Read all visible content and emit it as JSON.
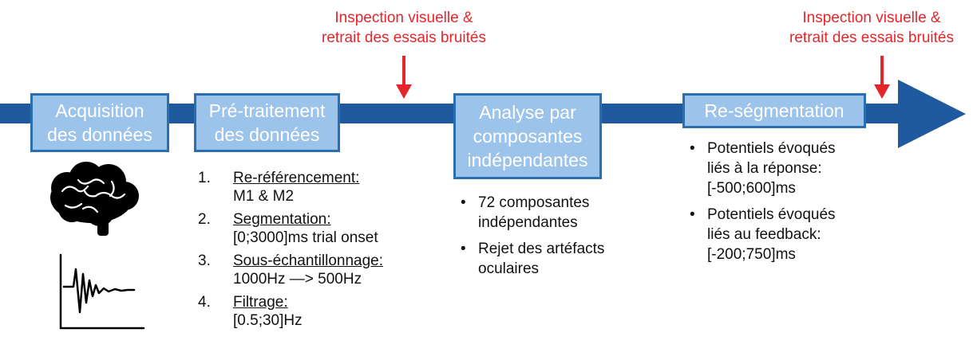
{
  "colors": {
    "arrow": "#1f5a9e",
    "box_fill": "#9cc3ea",
    "box_border": "#2b6fb3",
    "note_text": "#e4262b",
    "note_arrow": "#e4262b",
    "icon": "#000000"
  },
  "stages": [
    {
      "id": "acquisition",
      "lines": [
        "Acquisition",
        "des données"
      ]
    },
    {
      "id": "pretraitement",
      "lines": [
        "Pré-traitement",
        "des données"
      ]
    },
    {
      "id": "analyse",
      "lines": [
        "Analyse par",
        "composantes",
        "indépendantes"
      ]
    },
    {
      "id": "resegmentation",
      "lines": [
        "Re-ségmentation"
      ]
    }
  ],
  "inspection_notes": [
    {
      "lines": [
        "Inspection visuelle &",
        "retrait des essais bruités"
      ]
    },
    {
      "lines": [
        "Inspection visuelle &",
        "retrait des essais bruités"
      ]
    }
  ],
  "pretraitement_steps": [
    {
      "num": "1.",
      "title": "Re-référencement:",
      "detail": "M1 & M2"
    },
    {
      "num": "2.",
      "title": "Segmentation:",
      "detail": "[0;3000]ms trial onset"
    },
    {
      "num": "3.",
      "title": "Sous-échantillonnage:",
      "detail": "1000Hz  —> 500Hz"
    },
    {
      "num": "4.",
      "title": "Filtrage:",
      "detail": "[0.5;30]Hz"
    }
  ],
  "analyse_bullets": [
    {
      "lines": [
        "72 composantes",
        "indépendantes"
      ]
    },
    {
      "lines": [
        "Rejet des artéfacts",
        "oculaires"
      ]
    }
  ],
  "resegmentation_bullets": [
    {
      "lines": [
        "Potentiels évoqués",
        "liés à la réponse:",
        "[-500;600]ms"
      ]
    },
    {
      "lines": [
        "Potentiels évoqués",
        "liés au feedback:",
        "[-200;750]ms"
      ]
    }
  ],
  "bullet_glyph": "•",
  "icons": [
    "brain-icon",
    "waveform-icon"
  ]
}
